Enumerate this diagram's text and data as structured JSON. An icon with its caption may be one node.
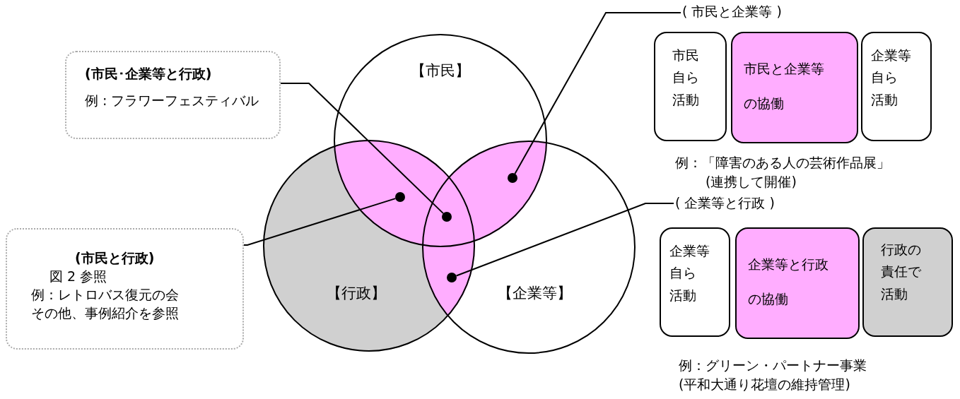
{
  "diagram": {
    "nodes": [
      {
        "text": [
          "【市民】"
        ]
      },
      {
        "text": [
          "【行政】"
        ]
      },
      {
        "text": [
          "【企業等】"
        ]
      },
      {
        "text": [
          "(市民･企業等と行政)",
          "例 : フラワーフェスティバル"
        ]
      },
      {
        "text": [
          "(市民と行政)",
          "図 2 参照",
          "例：レトロバス復元の会",
          "その他、事例紹介を参照"
        ]
      },
      {
        "text": [],
        "shape": "circle"
      },
      {
        "text": [],
        "shape": "circle"
      },
      {
        "text": [],
        "shape": "circle"
      },
      {
        "text": [],
        "shape": "circle"
      },
      {
        "text": [
          "( 市民と企業等 )"
        ]
      },
      {
        "text": [
          "市民自ら活動"
        ]
      },
      {
        "text": [
          "市民と企業等の協働"
        ]
      },
      {
        "text": [
          "企業等自ら活動"
        ]
      },
      {
        "text": [
          "( 企業等と行政 )"
        ]
      },
      {
        "text": [
          "企業等自ら活動"
        ]
      },
      {
        "text": [
          "企業等と行政の協働"
        ]
      },
      {
        "text": [
          "行政の責任で活動"
        ]
      }
    ],
    "edges": [
      {
        "from": 3,
        "to": 6,
        "arrow": "none"
      },
      {
        "from": 9,
        "to": 7,
        "arrow": "none"
      },
      {
        "from": 4,
        "to": 5,
        "arrow": "none"
      },
      {
        "from": 13,
        "to": 8,
        "arrow": "none"
      }
    ],
    "labels": [
      "例：「障害のある人の芸術作品展」",
      "(連携して開催)",
      "例：グリーン・パートナー事業",
      "(平和大通り花壇の維持管理)"
    ]
  }
}
